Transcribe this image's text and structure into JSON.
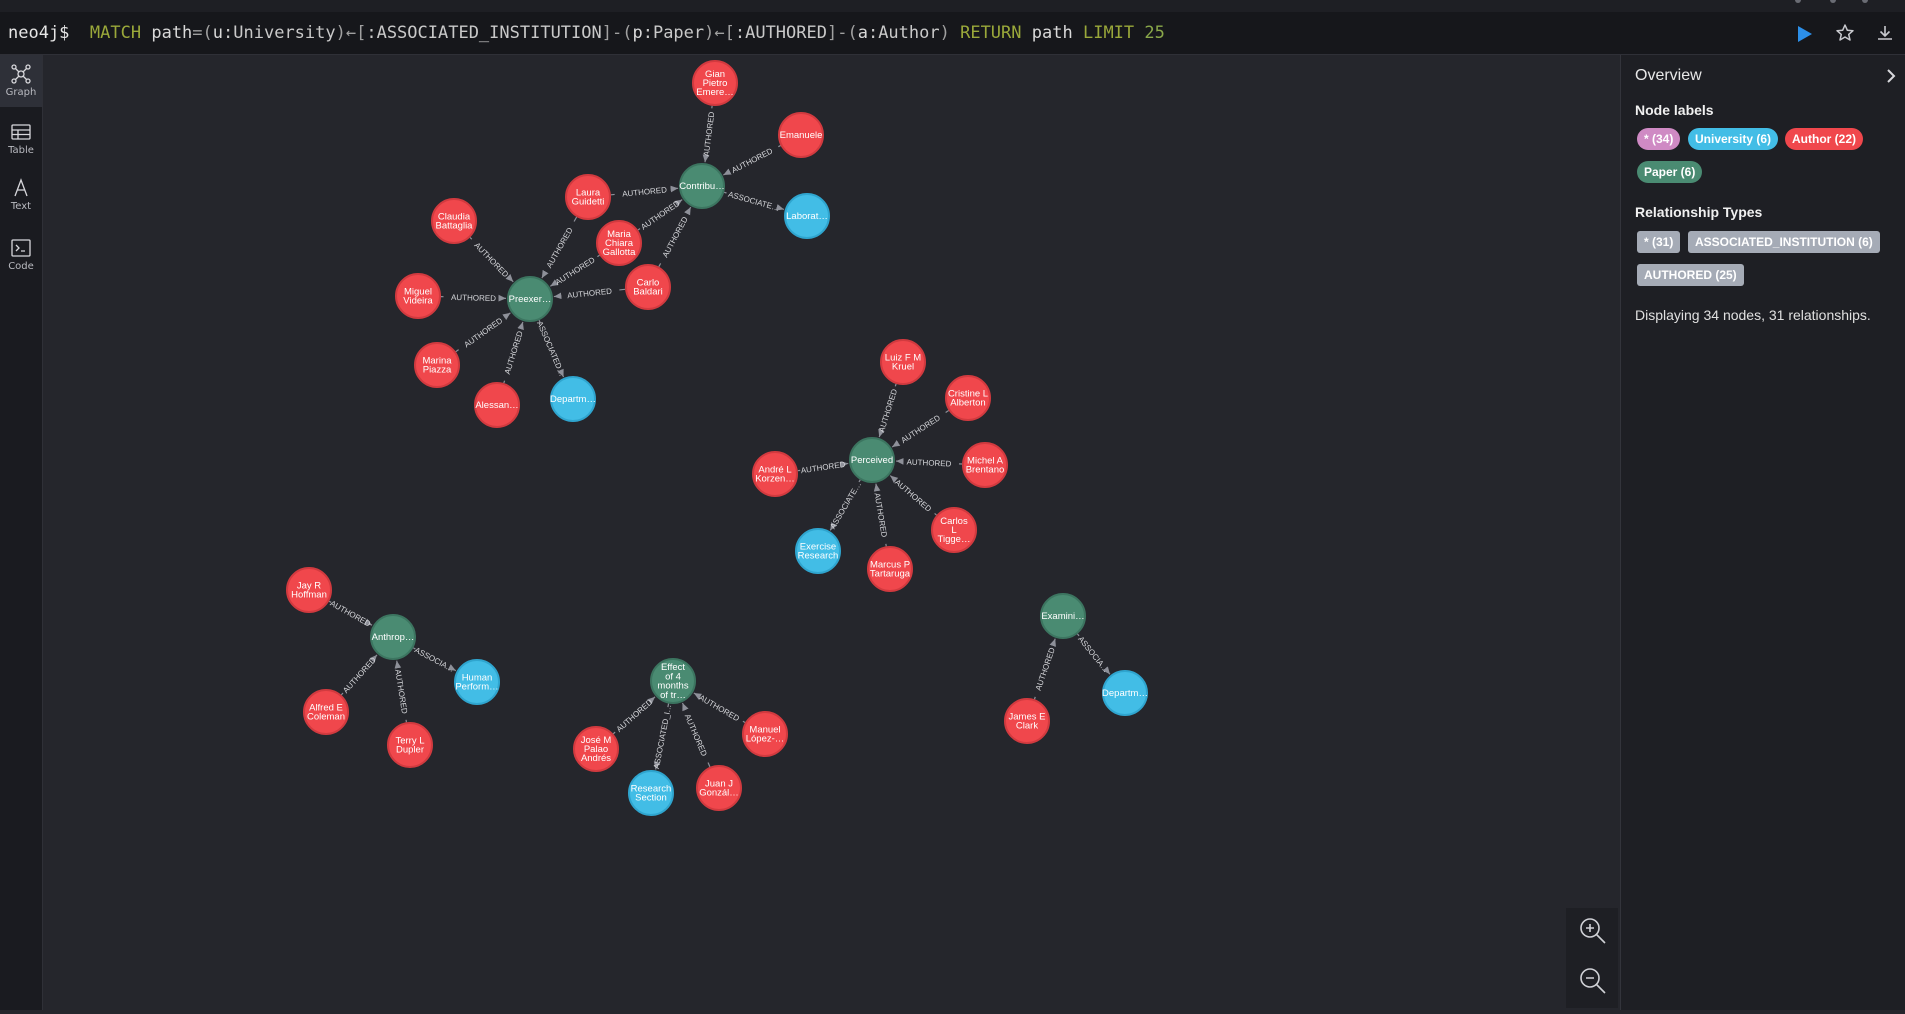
{
  "editor": {
    "prompt": "neo4j$",
    "query_tokens": [
      {
        "t": "MATCH",
        "c": "kw"
      },
      {
        "t": " ",
        "c": "sym"
      },
      {
        "t": "path",
        "c": "var"
      },
      {
        "t": "=(",
        "c": "sym"
      },
      {
        "t": "u",
        "c": "var"
      },
      {
        "t": ":University",
        "c": "lbl"
      },
      {
        "t": ")←[",
        "c": "sym"
      },
      {
        "t": ":ASSOCIATED_INSTITUTION",
        "c": "lbl"
      },
      {
        "t": "]-(",
        "c": "sym"
      },
      {
        "t": "p",
        "c": "var"
      },
      {
        "t": ":Paper",
        "c": "lbl"
      },
      {
        "t": ")←[",
        "c": "sym"
      },
      {
        "t": ":AUTHORED",
        "c": "lbl"
      },
      {
        "t": "]-(",
        "c": "sym"
      },
      {
        "t": "a",
        "c": "var"
      },
      {
        "t": ":Author",
        "c": "lbl"
      },
      {
        "t": ") ",
        "c": "sym"
      },
      {
        "t": "RETURN",
        "c": "kw"
      },
      {
        "t": " ",
        "c": "sym"
      },
      {
        "t": "path",
        "c": "var"
      },
      {
        "t": " ",
        "c": "sym"
      },
      {
        "t": "LIMIT",
        "c": "kw"
      },
      {
        "t": " ",
        "c": "sym"
      },
      {
        "t": "25",
        "c": "num"
      }
    ],
    "run_icon": "play-icon",
    "favorite_icon": "star-icon",
    "download_icon": "download-icon"
  },
  "sidebar": {
    "items": [
      {
        "id": "graph",
        "label": "Graph",
        "icon": "graph-icon",
        "active": true
      },
      {
        "id": "table",
        "label": "Table",
        "icon": "table-icon",
        "active": false
      },
      {
        "id": "text",
        "label": "Text",
        "icon": "text-icon",
        "active": false
      },
      {
        "id": "code",
        "label": "Code",
        "icon": "code-icon",
        "active": false
      }
    ]
  },
  "colors": {
    "author": "#f0474c",
    "author_stroke": "#d23a3f",
    "paper": "#4a8b72",
    "paper_stroke": "#3c7560",
    "university": "#42bde6",
    "university_stroke": "#2fa5cf",
    "all": "#cf8ac4",
    "rel_tag": "#a5abb6",
    "edge": "#8e9099"
  },
  "graph": {
    "nodes": [
      {
        "id": "p1",
        "type": "paper",
        "lines": [
          "Contribu…"
        ]
      },
      {
        "id": "p2",
        "type": "paper",
        "lines": [
          "Preexer…"
        ]
      },
      {
        "id": "p3",
        "type": "paper",
        "lines": [
          "Perceived"
        ]
      },
      {
        "id": "p4",
        "type": "paper",
        "lines": [
          "Anthrop…"
        ]
      },
      {
        "id": "p5",
        "type": "paper",
        "lines": [
          "Effect",
          "of 4",
          "months",
          "of tr…"
        ]
      },
      {
        "id": "p6",
        "type": "paper",
        "lines": [
          "Examini…"
        ]
      },
      {
        "id": "u1",
        "type": "university",
        "lines": [
          "Laborat…"
        ]
      },
      {
        "id": "u2",
        "type": "university",
        "lines": [
          "Departm…"
        ]
      },
      {
        "id": "u3",
        "type": "university",
        "lines": [
          "Exercise",
          "Research"
        ]
      },
      {
        "id": "u4",
        "type": "university",
        "lines": [
          "Human",
          "Perform…"
        ]
      },
      {
        "id": "u5",
        "type": "university",
        "lines": [
          "Research",
          "Section"
        ]
      },
      {
        "id": "u6",
        "type": "university",
        "lines": [
          "Departm…"
        ]
      },
      {
        "id": "a1",
        "type": "author",
        "lines": [
          "Gian",
          "Pietro",
          "Emere…"
        ]
      },
      {
        "id": "a2",
        "type": "author",
        "lines": [
          "Emanuele"
        ]
      },
      {
        "id": "a3",
        "type": "author",
        "lines": [
          "Laura",
          "Guidetti"
        ]
      },
      {
        "id": "a4",
        "type": "author",
        "lines": [
          "Maria",
          "Chiara",
          "Gallotta"
        ]
      },
      {
        "id": "a5",
        "type": "author",
        "lines": [
          "Carlo",
          "Baldari"
        ]
      },
      {
        "id": "a6",
        "type": "author",
        "lines": [
          "Claudia",
          "Battaglia"
        ]
      },
      {
        "id": "a7",
        "type": "author",
        "lines": [
          "Miguel",
          "Videira"
        ]
      },
      {
        "id": "a8",
        "type": "author",
        "lines": [
          "Marina",
          "Piazza"
        ]
      },
      {
        "id": "a9",
        "type": "author",
        "lines": [
          "Alessan…"
        ]
      },
      {
        "id": "a10",
        "type": "author",
        "lines": [
          "Luiz F M",
          "Kruel"
        ]
      },
      {
        "id": "a11",
        "type": "author",
        "lines": [
          "Cristine L",
          "Alberton"
        ]
      },
      {
        "id": "a12",
        "type": "author",
        "lines": [
          "Michel A",
          "Brentano"
        ]
      },
      {
        "id": "a13",
        "type": "author",
        "lines": [
          "André L",
          "Korzen…"
        ]
      },
      {
        "id": "a14",
        "type": "author",
        "lines": [
          "Carlos",
          "L",
          "Tigge…"
        ]
      },
      {
        "id": "a15",
        "type": "author",
        "lines": [
          "Marcus P",
          "Tartaruga"
        ]
      },
      {
        "id": "a16",
        "type": "author",
        "lines": [
          "Jay R",
          "Hoffman"
        ]
      },
      {
        "id": "a17",
        "type": "author",
        "lines": [
          "Alfred E",
          "Coleman"
        ]
      },
      {
        "id": "a18",
        "type": "author",
        "lines": [
          "Terry L",
          "Dupler"
        ]
      },
      {
        "id": "a19",
        "type": "author",
        "lines": [
          "José M",
          "Palao",
          "Andrés"
        ]
      },
      {
        "id": "a20",
        "type": "author",
        "lines": [
          "Manuel",
          "López-…"
        ]
      },
      {
        "id": "a21",
        "type": "author",
        "lines": [
          "Juan J",
          "Gonzál…"
        ]
      },
      {
        "id": "a22",
        "type": "author",
        "lines": [
          "James E",
          "Clark"
        ]
      }
    ],
    "edges": [
      {
        "from": "a1",
        "to": "p1",
        "label": "AUTHORED"
      },
      {
        "from": "a2",
        "to": "p1",
        "label": "AUTHORED"
      },
      {
        "from": "a3",
        "to": "p1",
        "label": "AUTHORED"
      },
      {
        "from": "a4",
        "to": "p1",
        "label": "AUTHORED"
      },
      {
        "from": "a5",
        "to": "p1",
        "label": "AUTHORED"
      },
      {
        "from": "p1",
        "to": "u1",
        "label": "ASSOCIATE…"
      },
      {
        "from": "a3",
        "to": "p2",
        "label": "AUTHORED"
      },
      {
        "from": "a4",
        "to": "p2",
        "label": "AUTHORED"
      },
      {
        "from": "a5",
        "to": "p2",
        "label": "AUTHORED"
      },
      {
        "from": "a6",
        "to": "p2",
        "label": "AUTHORED"
      },
      {
        "from": "a7",
        "to": "p2",
        "label": "AUTHORED"
      },
      {
        "from": "a8",
        "to": "p2",
        "label": "AUTHORED"
      },
      {
        "from": "a9",
        "to": "p2",
        "label": "AUTHORED"
      },
      {
        "from": "p2",
        "to": "u2",
        "label": "ASSOCIATED…"
      },
      {
        "from": "a10",
        "to": "p3",
        "label": "AUTHORED"
      },
      {
        "from": "a11",
        "to": "p3",
        "label": "AUTHORED"
      },
      {
        "from": "a12",
        "to": "p3",
        "label": "AUTHORED"
      },
      {
        "from": "a13",
        "to": "p3",
        "label": "AUTHORED"
      },
      {
        "from": "a14",
        "to": "p3",
        "label": "AUTHORED"
      },
      {
        "from": "a15",
        "to": "p3",
        "label": "AUTHORED"
      },
      {
        "from": "p3",
        "to": "u3",
        "label": "ASSOCIATE…"
      },
      {
        "from": "a16",
        "to": "p4",
        "label": "AUTHORED"
      },
      {
        "from": "a17",
        "to": "p4",
        "label": "AUTHORED"
      },
      {
        "from": "a18",
        "to": "p4",
        "label": "AUTHORED"
      },
      {
        "from": "p4",
        "to": "u4",
        "label": "ASSOCIA…"
      },
      {
        "from": "a19",
        "to": "p5",
        "label": "AUTHORED"
      },
      {
        "from": "a20",
        "to": "p5",
        "label": "AUTHORED"
      },
      {
        "from": "a21",
        "to": "p5",
        "label": "AUTHORED"
      },
      {
        "from": "p5",
        "to": "u5",
        "label": "ASSOCIATED_I…"
      },
      {
        "from": "a22",
        "to": "p6",
        "label": "AUTHORED"
      },
      {
        "from": "p6",
        "to": "u6",
        "label": "ASSOCIA…"
      }
    ]
  },
  "overview": {
    "title": "Overview",
    "collapse_icon": "chevron-right-icon",
    "node_labels_heading": "Node labels",
    "node_labels": [
      {
        "text": "* (34)",
        "kind": "all"
      },
      {
        "text": "University (6)",
        "kind": "university"
      },
      {
        "text": "Author (22)",
        "kind": "author"
      },
      {
        "text": "Paper (6)",
        "kind": "paper"
      }
    ],
    "rel_types_heading": "Relationship Types",
    "rel_types": [
      {
        "text": "* (31)"
      },
      {
        "text": "ASSOCIATED_INSTITUTION (6)"
      },
      {
        "text": "AUTHORED (25)"
      }
    ],
    "summary": "Displaying 34 nodes, 31 relationships."
  },
  "zoom": {
    "zoom_in_icon": "zoom-in-icon",
    "zoom_out_icon": "zoom-out-icon"
  }
}
